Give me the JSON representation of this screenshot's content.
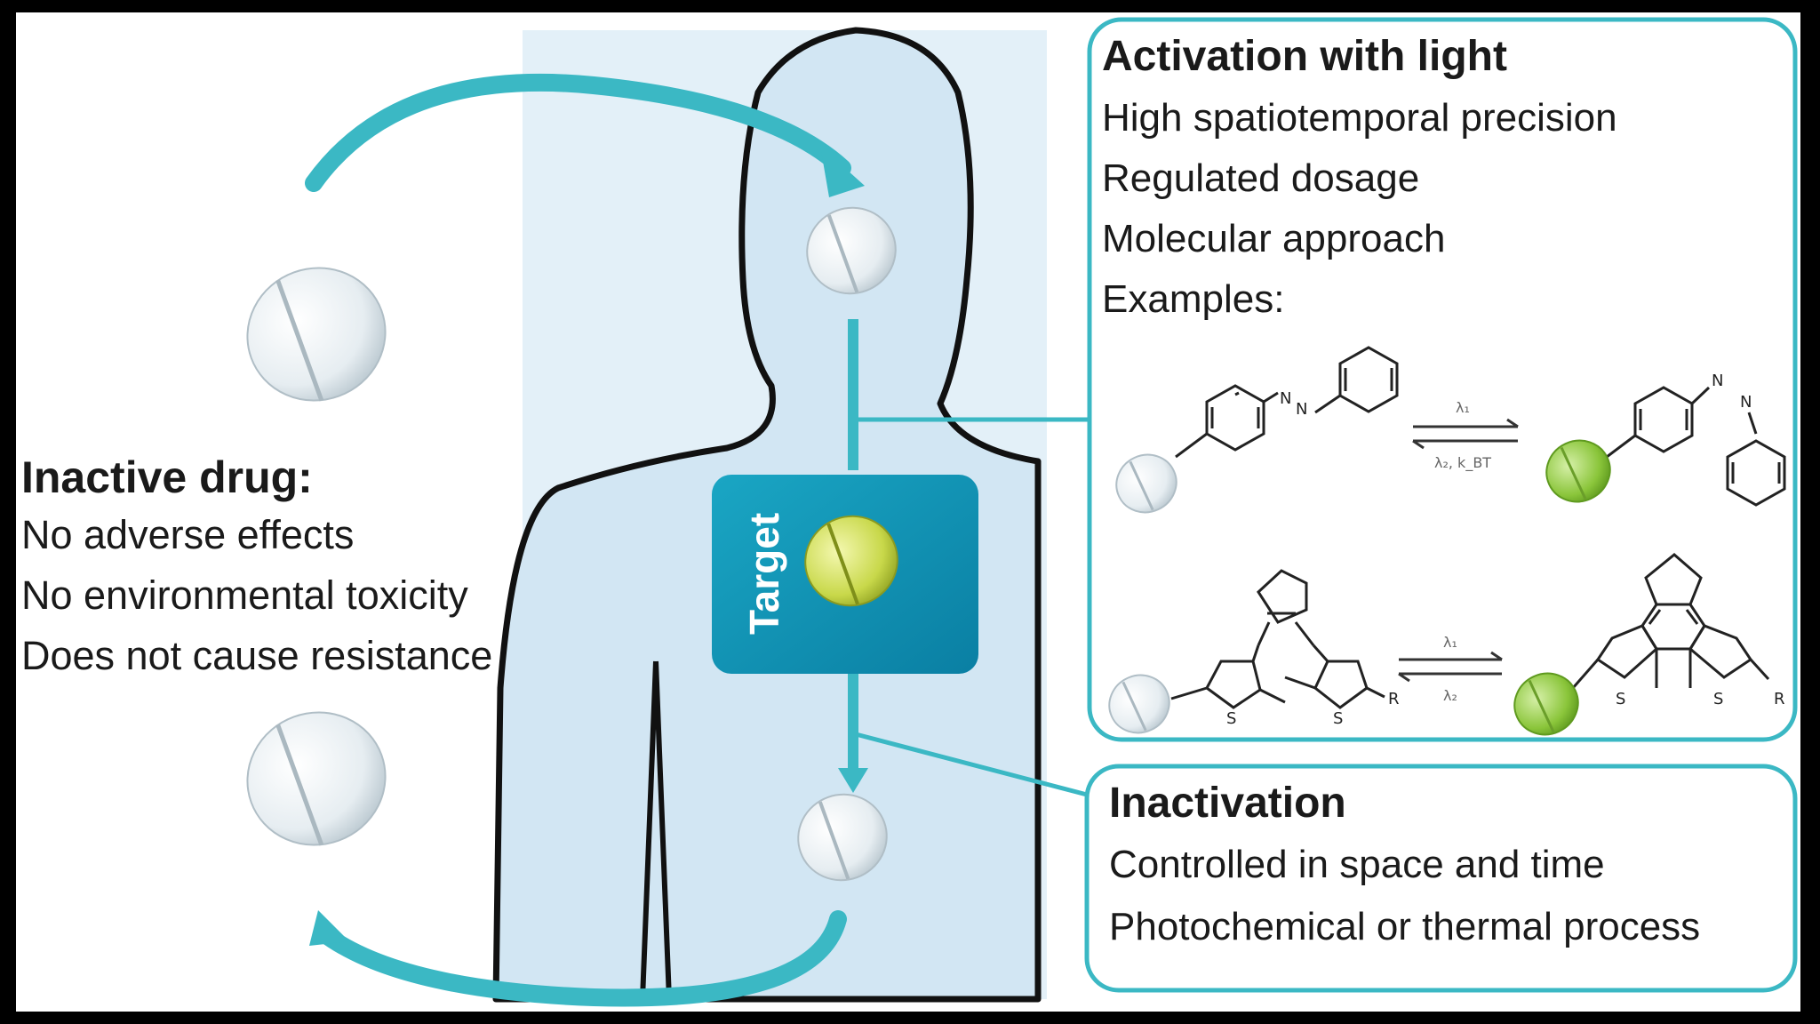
{
  "colors": {
    "teal": "#3bb8c4",
    "teal_dark": "#0a86a8",
    "body_fill": "#d9ebf5",
    "pill_white": "#e8eef2",
    "pill_yellow": "#c8d84a",
    "pill_green": "#8ac53a"
  },
  "left": {
    "title": "Inactive drug:",
    "lines": [
      "No adverse effects",
      "No environmental toxicity",
      "Does not cause resistance"
    ]
  },
  "target": {
    "label": "Target"
  },
  "activation": {
    "title": "Activation with light",
    "lines": [
      "High spatiotemporal precision",
      "Regulated dosage",
      "Molecular approach",
      "Examples:"
    ],
    "reaction1": {
      "forward": "λ₁",
      "backward": "λ₂, k_BT"
    },
    "reaction2": {
      "forward": "λ₁",
      "backward": "λ₂"
    }
  },
  "inactivation": {
    "title": "Inactivation",
    "lines": [
      "Controlled in space and time",
      "Photochemical or thermal process"
    ]
  },
  "icons": [
    "pill-icon",
    "arrow-icon",
    "human-silhouette-icon"
  ]
}
